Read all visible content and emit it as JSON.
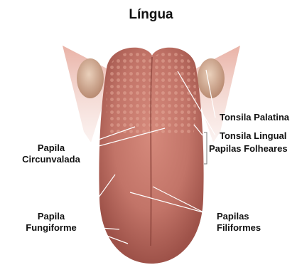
{
  "title": "Língua",
  "labels": {
    "tonsila_palatina": "Tonsila Palatina",
    "tonsila_lingual": "Tonsila Lingual",
    "papilas_folheares": "Papilas Folheares",
    "papila_circunvalada_1": "Papila",
    "papila_circunvalada_2": "Circunvalada",
    "papila_fungiforme_1": "Papila",
    "papila_fungiforme_2": "Fungiforme",
    "papilas_filiformes_1": "Papilas",
    "papilas_filiformes_2": "Filiformes"
  },
  "colors": {
    "tongue": "#c97a6e",
    "tongue_dark": "#a85a50",
    "tonsil": "#d9a88f",
    "leader_line": "#ffffff",
    "text": "#111111"
  }
}
